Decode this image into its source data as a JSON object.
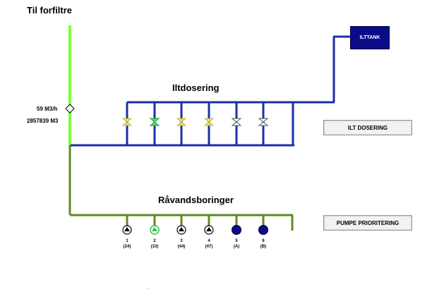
{
  "title": "Til forfiltre",
  "flow": {
    "rate": "59 M3/h",
    "total": "2857839 M3"
  },
  "tank_label": "ILTTANK",
  "sections": {
    "dosing": "Iltdosering",
    "wells": "Råvandsboringer"
  },
  "buttons": {
    "ilt_dosering": "ILT DOSERING",
    "pumpe_prioritering": "PUMPE PRIORITERING"
  },
  "colors": {
    "water_line": "#7cff3c",
    "raw_line": "#5b8c1e",
    "dosing_line": "#1c2fa8",
    "valve_yellow": "#e8e05a",
    "valve_green": "#27b34a",
    "valve_grey": "#9a9a9a",
    "pump_navy": "#0b0b8a"
  },
  "valves": [
    {
      "state": "yellow-valve-icon"
    },
    {
      "state": "green-valve-icon"
    },
    {
      "state": "yellow-valve-icon"
    },
    {
      "state": "yellow-valve-icon"
    },
    {
      "state": "grey-valve-icon"
    },
    {
      "state": "grey-valve-icon"
    }
  ],
  "pumps": [
    {
      "num": "1",
      "sub": "(24)",
      "state": "white"
    },
    {
      "num": "2",
      "sub": "(33)",
      "state": "green"
    },
    {
      "num": "3",
      "sub": "(44)",
      "state": "white"
    },
    {
      "num": "4",
      "sub": "(47)",
      "state": "white"
    },
    {
      "num": "5",
      "sub": "(A)",
      "state": "navy"
    },
    {
      "num": "6",
      "sub": "(B)",
      "state": "navy"
    }
  ]
}
